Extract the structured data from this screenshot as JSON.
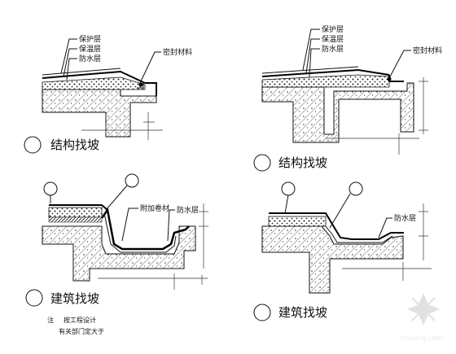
{
  "detail_tl": {
    "labels": [
      "保护层",
      "保温层",
      "防水层"
    ],
    "seal_label": "密封材料",
    "caption": "结构找坡"
  },
  "detail_tr": {
    "labels": [
      "保护层",
      "保温层",
      "防水层"
    ],
    "seal_label": "密封材料",
    "caption": "结构找坡"
  },
  "detail_bl": {
    "extra_label": "附加卷材",
    "waterproof_label": "防水层",
    "caption": "建筑找坡",
    "note_prefix": "注",
    "note_line1": "按工程设计",
    "note_line2": "有关部门定大于"
  },
  "detail_br": {
    "waterproof_label": "防水层",
    "caption": "建筑找坡"
  },
  "watermark": "zhulong.com"
}
